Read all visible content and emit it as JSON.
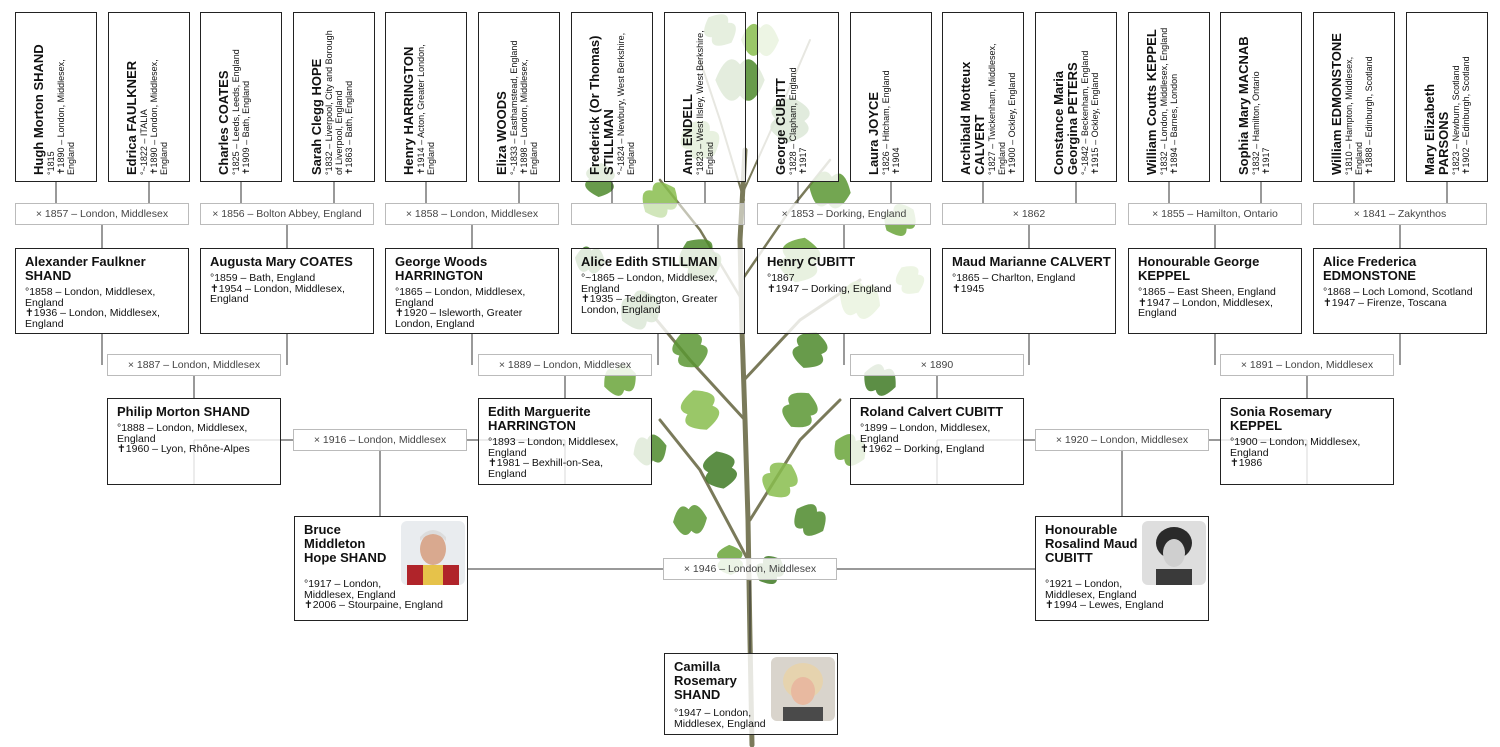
{
  "gen4": [
    {
      "name": "Hugh Morton SHAND",
      "events": [
        "°1815",
        "✝1890 – London, Middlesex, England"
      ]
    },
    {
      "name": "Edrica FAULKNER",
      "events": [
        "°~1822 – ITALIA",
        "✝1890 – London, Middlesex, England"
      ]
    },
    {
      "name": "Charles COATES",
      "events": [
        "°1825 – Leeds, Leeds, England",
        "✝1909 – Bath, England"
      ]
    },
    {
      "name": "Sarah Clegg HOPE",
      "events": [
        "°1832 – Liverpool, City and Borough of Liverpool, England",
        "✝1863 – Bath, England"
      ]
    },
    {
      "name": "Henry HARRINGTON",
      "events": [
        "✝1914 – Acton, Greater London, England"
      ]
    },
    {
      "name": "Eliza WOODS",
      "events": [
        "°~1833 – Easthamstead, England",
        "✝1898 – London, Middlesex, England"
      ]
    },
    {
      "name": "Frederick (Or Thomas) STILLMAN",
      "events": [
        "°~1824 – Newbury, West Berkshire, England"
      ]
    },
    {
      "name": "Ann ENDELL",
      "events": [
        "°1823 – West Ilsley, West Berkshire, England"
      ]
    },
    {
      "name": "George CUBITT",
      "events": [
        "°1828 – Clapham, England",
        "✝1917"
      ]
    },
    {
      "name": "Laura JOYCE",
      "events": [
        "°1826 – Hitcham, England",
        "✝1904"
      ]
    },
    {
      "name": "Archibald Motteux CALVERT",
      "events": [
        "°1827 – Twickenham, Middlesex, England",
        "✝1900 – Ockley, England"
      ]
    },
    {
      "name": "Constance Maria Georgina PETERS",
      "events": [
        "°~1842 – Beckenham, England",
        "✝1915 – Ockley, England"
      ]
    },
    {
      "name": "William Coutts KEPPEL",
      "events": [
        "°1832 – London, Middlesex, England",
        "✝1894 – Barnes, London"
      ]
    },
    {
      "name": "Sophia Mary MACNAB",
      "events": [
        "°1832 – Hamilton, Ontario",
        "✝1917"
      ]
    },
    {
      "name": "William EDMONSTONE",
      "events": [
        "°1810 – Hampton, Middlesex, England",
        "✝1888 – Edinburgh, Scotland"
      ]
    },
    {
      "name": "Mary Elizabeth PARSONS",
      "events": [
        "°1823 – Newburn, Scotland",
        "✝1902 – Edinburgh, Scotland"
      ]
    }
  ],
  "marriages4": [
    "× 1857 – London, Middlesex",
    "× 1856 – Bolton Abbey, England",
    "× 1858 – London, Middlesex",
    "",
    "× 1853 – Dorking, England",
    "× 1862",
    "× 1855 – Hamilton, Ontario",
    "× 1841 – Zakynthos"
  ],
  "gen3": [
    {
      "name": "Alexander Faulkner SHAND",
      "events": [
        "°1858 – London, Middlesex, England",
        "✝1936 – London, Middlesex, England"
      ]
    },
    {
      "name": "Augusta Mary COATES",
      "events": [
        "°1859 – Bath, England",
        "✝1954 – London, Middlesex, England"
      ]
    },
    {
      "name": "George Woods HARRINGTON",
      "events": [
        "°1865 – London, Middlesex, England",
        "✝1920 – Isleworth, Greater London, England"
      ]
    },
    {
      "name": "Alice Edith STILLMAN",
      "events": [
        "°~1865 – London, Middlesex, England",
        "✝1935 – Teddington, Greater London, England"
      ]
    },
    {
      "name": "Henry CUBITT",
      "events": [
        "°1867",
        "✝1947 – Dorking, England"
      ]
    },
    {
      "name": "Maud Marianne CALVERT",
      "events": [
        "°1865 – Charlton, England",
        "✝1945"
      ]
    },
    {
      "name": "Honourable George KEPPEL",
      "events": [
        "°1865 – East Sheen, England",
        "✝1947 – London, Middlesex, England"
      ]
    },
    {
      "name": "Alice Frederica EDMONSTONE",
      "events": [
        "°1868 – Loch Lomond, Scotland",
        "✝1947 – Firenze, Toscana"
      ]
    }
  ],
  "marriages3": [
    "× 1887 – London, Middlesex",
    "× 1889 – London, Middlesex",
    "× 1890",
    "× 1891 – London, Middlesex"
  ],
  "gen2": [
    {
      "name": "Philip Morton SHAND",
      "events": [
        "°1888 – London, Middlesex, England",
        "✝1960 – Lyon, Rhône-Alpes"
      ]
    },
    {
      "name": "Edith Marguerite HARRINGTON",
      "events": [
        "°1893 – London, Middlesex, England",
        "✝1981 – Bexhill-on-Sea, England"
      ]
    },
    {
      "name": "Roland Calvert CUBITT",
      "events": [
        "°1899 – London, Middlesex, England",
        "✝1962 – Dorking, England"
      ]
    },
    {
      "name": "Sonia Rosemary KEPPEL",
      "events": [
        "°1900 – London, Middlesex, England",
        "✝1986"
      ]
    }
  ],
  "marriages2": [
    "× 1916 – London, Middlesex",
    "× 1920 – London, Middlesex"
  ],
  "gen1": [
    {
      "name": "Bruce Middleton Hope SHAND",
      "events": [
        "°1917 – London, Middlesex, England",
        "✝2006 – Stourpaine, England"
      ]
    },
    {
      "name": "Honourable Rosalind Maud CUBITT",
      "events": [
        "°1921 – London, Middlesex, England",
        "✝1994 – Lewes, England"
      ]
    }
  ],
  "marriage1": "× 1946 – London, Middlesex",
  "root": {
    "name": "Camilla Rosemary SHAND",
    "events": [
      "°1947 – London, Middlesex, England"
    ]
  }
}
